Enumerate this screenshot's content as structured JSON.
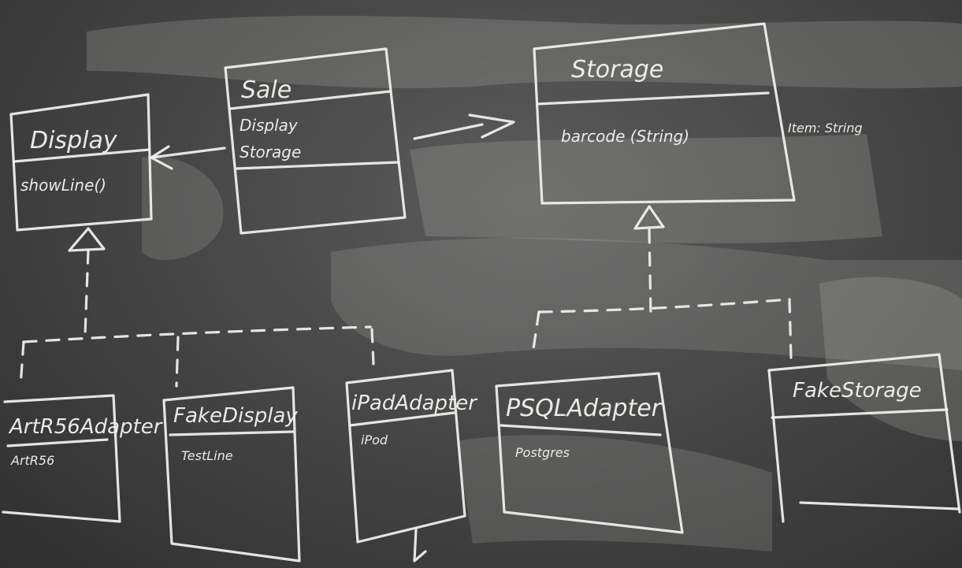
{
  "classes": {
    "display": {
      "name": "Display",
      "members": [
        "showLine()"
      ]
    },
    "sale": {
      "name": "Sale",
      "members": [
        "Display",
        "Storage"
      ]
    },
    "storage": {
      "name": "Storage",
      "members": [
        "barcode (String)",
        "Item: String"
      ]
    },
    "artr56_adapter": {
      "name": "ArtR56Adapter",
      "members": [
        "ArtR56"
      ]
    },
    "fake_display": {
      "name": "FakeDisplay",
      "members": [
        "TestLine"
      ]
    },
    "ipad_adapter": {
      "name": "iPadAdapter",
      "members": [
        "iPod"
      ]
    },
    "psql_adapter": {
      "name": "PSQLAdapter",
      "members": [
        "Postgres"
      ]
    },
    "fake_storage": {
      "name": "FakeStorage",
      "members": []
    }
  },
  "relations": [
    {
      "kind": "association",
      "from": "Sale",
      "to": "Display"
    },
    {
      "kind": "association",
      "from": "Sale",
      "to": "Storage"
    },
    {
      "kind": "realization",
      "from": [
        "ArtR56Adapter",
        "FakeDisplay",
        "iPadAdapter"
      ],
      "to": "Display"
    },
    {
      "kind": "realization",
      "from": [
        "PSQLAdapter",
        "FakeStorage"
      ],
      "to": "Storage"
    }
  ]
}
